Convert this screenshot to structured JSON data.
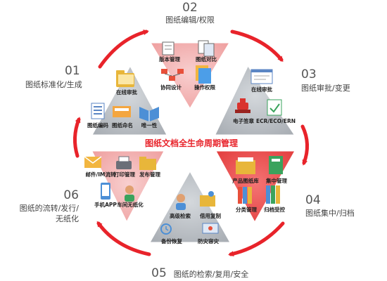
{
  "center_title": "图纸文档全生命周期管理",
  "accent_color": "#e8232a",
  "stages": [
    {
      "number": "01",
      "label": "图纸标准化/生成",
      "items": [
        "在线审批",
        "图纸编码",
        "图纸命名",
        "唯一性"
      ]
    },
    {
      "number": "02",
      "label": "图纸编辑/权限",
      "items": [
        "版本管理",
        "图纸对比",
        "协同设计",
        "操作权限"
      ]
    },
    {
      "number": "03",
      "label": "图纸审批/变更",
      "items": [
        "在线审批",
        "电子签章",
        "ECR/ECO/ERN"
      ]
    },
    {
      "number": "04",
      "label": "图纸集中/归档",
      "items": [
        "产品图纸库",
        "集中管理",
        "分类管理",
        "归档受控"
      ]
    },
    {
      "number": "05",
      "label": "图纸的检索/复用/安全",
      "items": [
        "高级检索",
        "借用复制",
        "备份恢复",
        "防灾容灾"
      ]
    },
    {
      "number": "06",
      "label_lines": [
        "图纸的流转/发行/",
        "无纸化"
      ],
      "items": [
        "邮件/IM流转",
        "打印管理",
        "发布管理",
        "手机APP",
        "车间无纸化"
      ]
    }
  ]
}
